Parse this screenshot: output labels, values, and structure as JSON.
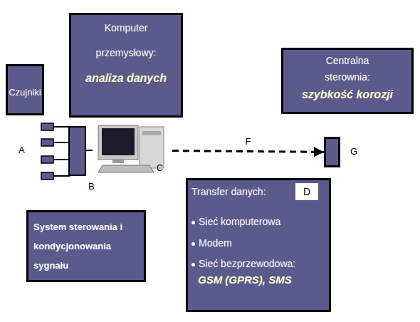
{
  "diagram": {
    "nodes": [
      {
        "text": [
          "Czujniki"
        ]
      },
      {
        "text": [
          "Komputer przemysłowy:",
          "analiza danych"
        ]
      },
      {
        "text": [
          "Centralna sterownia:",
          "szybkość korozji"
        ]
      },
      {
        "text": [
          "C"
        ]
      },
      {
        "text": [
          "G"
        ]
      },
      {
        "text": [
          "System sterowania i kondycjonowania sygnału"
        ]
      },
      {
        "text": [
          "Transfer danych:",
          "Sieć komputerowa",
          "Modem",
          "Sieć bezprzewodowa:",
          "GSM (GPRS), SMS"
        ]
      },
      {
        "text": [
          "D"
        ],
        "in": 6
      }
    ],
    "edges": [
      {
        "from": 3,
        "to": 4,
        "arrow": "to",
        "label": "F"
      }
    ],
    "labels": [
      "A",
      "B"
    ]
  }
}
